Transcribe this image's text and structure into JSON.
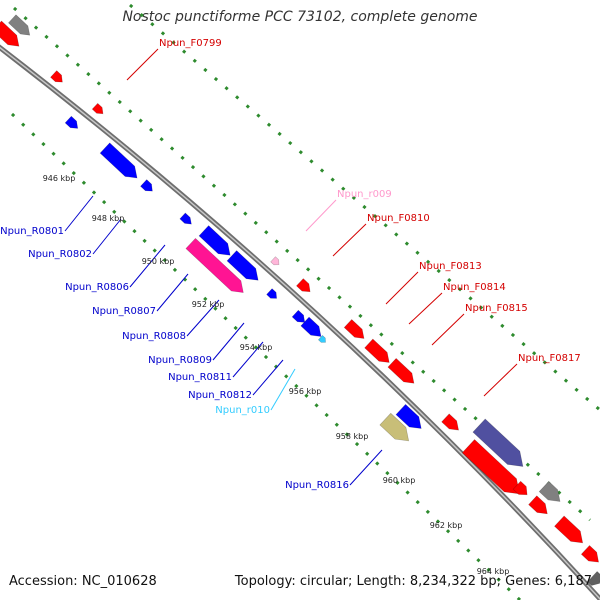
{
  "title": "Nostoc punctiforme PCC 73102, complete genome",
  "accession": "Accession: NC_010628",
  "topology": "Topology: circular; Length: 8,234,322 bp; Genes: 6,187",
  "colors": {
    "backbone": "#8c8c8c",
    "tick_line": "#2e8b2e",
    "forward_label": "#d40000",
    "reverse_label": "#0000cc",
    "rna_fwd_label": "#ff99cc",
    "rna_rev_label": "#33ccff",
    "gene_red": "#ff0000",
    "gene_blue": "#0000ff",
    "gene_magenta": "#ff1493",
    "gene_gray": "#808080",
    "gene_khaki": "#c8be78",
    "gene_slate": "#5050a0"
  },
  "kbp_ticks": [
    "946 kbp",
    "948 kbp",
    "950 kbp",
    "952 kbp",
    "954 kbp",
    "956 kbp",
    "958 kbp",
    "960 kbp",
    "962 kbp",
    "964 kbp"
  ],
  "forward_labels": [
    "Npun_F0799",
    "Npun_r009",
    "Npun_F0810",
    "Npun_F0813",
    "Npun_F0814",
    "Npun_F0815",
    "Npun_F0817"
  ],
  "reverse_labels": [
    "Npun_R0801",
    "Npun_R0802",
    "Npun_R0806",
    "Npun_R0807",
    "Npun_R0808",
    "Npun_R0809",
    "Npun_R0811",
    "Npun_R0812",
    "Npun_r010",
    "Npun_R0816"
  ]
}
